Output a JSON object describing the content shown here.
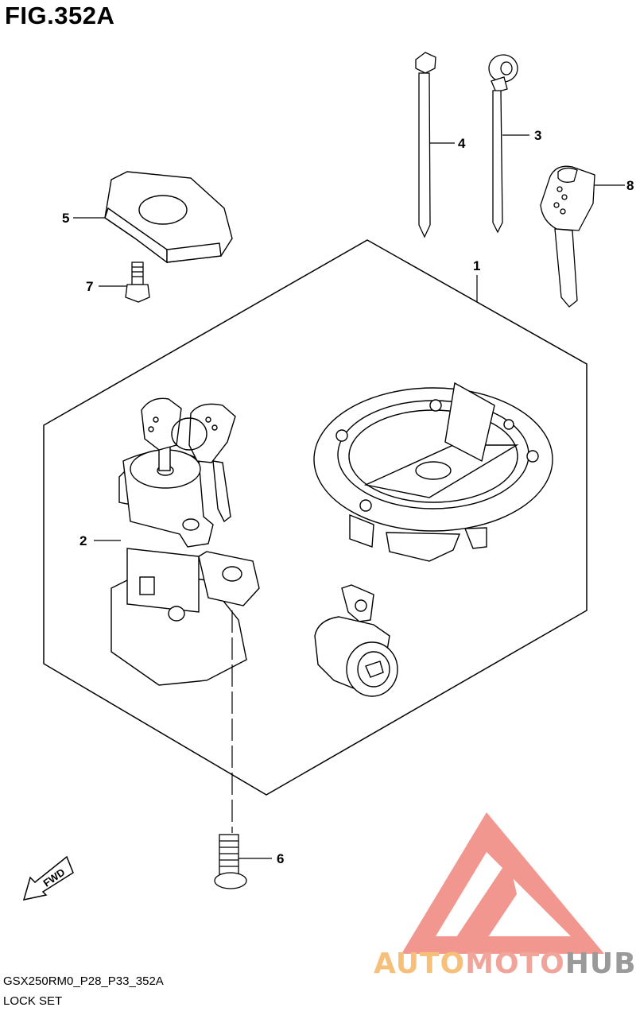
{
  "figure": {
    "title": "FIG.352A",
    "code": "GSX250RM0_P28_P33_352A",
    "name": "LOCK SET"
  },
  "callouts": [
    {
      "id": "1",
      "label": "1"
    },
    {
      "id": "2",
      "label": "2"
    },
    {
      "id": "3",
      "label": "3"
    },
    {
      "id": "4",
      "label": "4"
    },
    {
      "id": "5",
      "label": "5"
    },
    {
      "id": "6",
      "label": "6"
    },
    {
      "id": "7",
      "label": "7"
    },
    {
      "id": "8",
      "label": "8"
    }
  ],
  "fwd_label": "FWD",
  "watermark": {
    "part_a": "AUTO",
    "part_b": "MOTO",
    "part_c": "HUB",
    "colors": {
      "auto": "#f6c07a",
      "moto": "#f0a49a",
      "hub": "#9a9a9a",
      "logo": "#f08c84"
    }
  }
}
